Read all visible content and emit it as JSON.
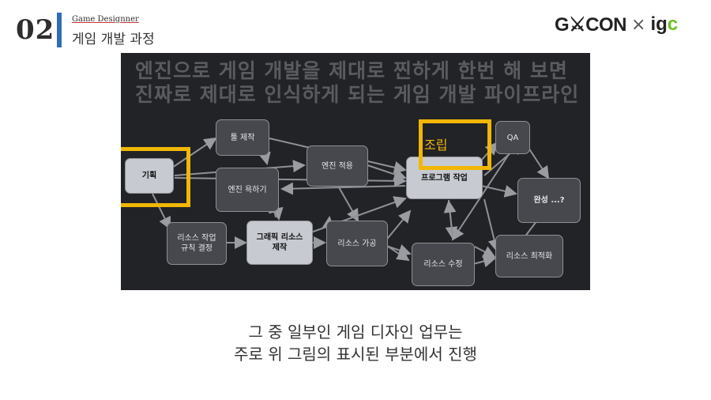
{
  "header": {
    "number": "02",
    "subtitle": "Game Designner",
    "title": "게임 개발 과정"
  },
  "logo": {
    "gcon": "G⚔CON",
    "x": "×",
    "igc_prefix": "ig",
    "igc_suffix": "c"
  },
  "slide": {
    "title_line1": "엔진으로 게임 개발을 제대로 찐하게 한번 해 보면",
    "title_line2": "진짜로 제대로 인식하게 되는 게임 개발 파이프라인",
    "assembly_label": "조립",
    "nodes": {
      "planning": "기획",
      "tool": "툴 제작",
      "engine_apply": "엔진 적용",
      "engine_curse": "엔진 욕하기",
      "program": "프로그램 작업",
      "qa": "QA",
      "complete": "완성 ...?",
      "resource_rules": "리소스 작업\n규칙 결정",
      "graphic_resource": "그래픽 리소스\n제작",
      "resource_process": "리소스 가공",
      "resource_edit": "리소스 수정",
      "resource_opt": "리소스 최적화"
    }
  },
  "caption": {
    "line1": "그 중 일부인 게임 디자인 업무는",
    "line2": "주로 위 그림의 표시된 부분에서 진행"
  },
  "colors": {
    "highlight": "#f2b705",
    "accent_bar": "#2f6db5",
    "slide_bg": "#222326"
  }
}
